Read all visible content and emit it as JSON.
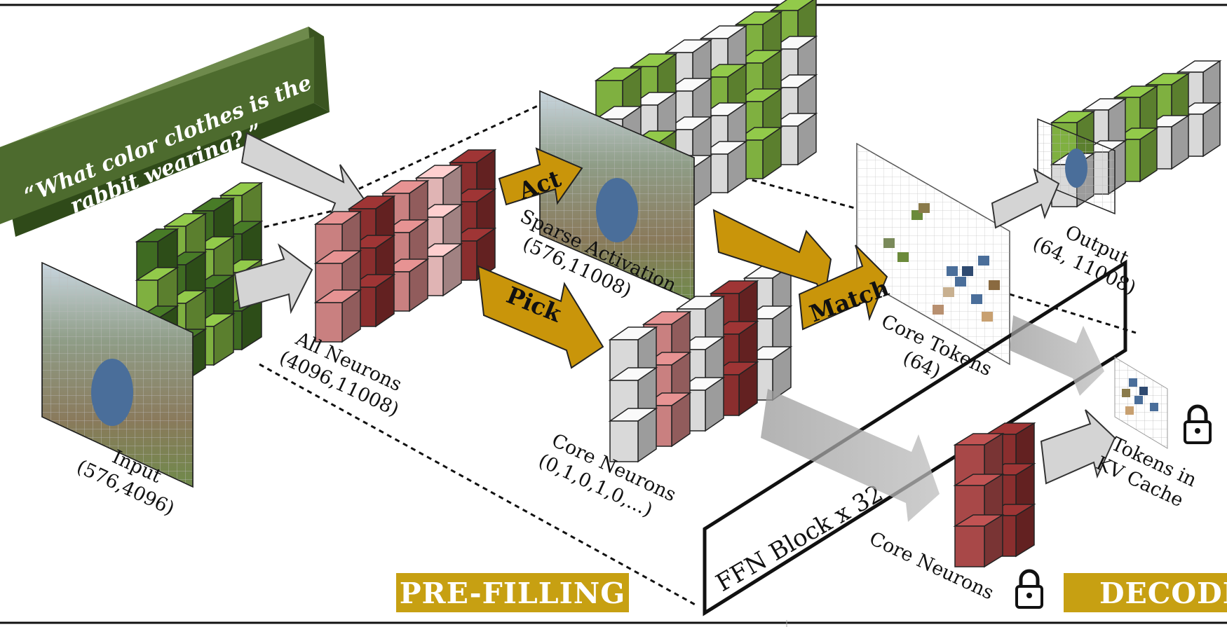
{
  "question": {
    "line1": "“What color clothes is the",
    "line2": "rabbit wearing? ”"
  },
  "labels": {
    "input_name": "Input",
    "input_shape": "(576,4096)",
    "all_neurons_name": "All Neurons",
    "all_neurons_shape": "(4096,11008)",
    "sparse_name": "Sparse Activation",
    "sparse_shape": "(576,11008)",
    "core_neurons_name": "Core Neurons",
    "core_neurons_mask": "(0,1,0,1,0,...)",
    "core_tokens_name": "Core Tokens",
    "core_tokens_count": "(64)",
    "output_name": "Output",
    "output_shape": "(64, 11008)",
    "kv_line1": "Tokens in",
    "kv_line2": "KV Cache",
    "core_neurons_decode": "Core Neurons",
    "ffn_block": "FFN Block x 32"
  },
  "arrows": {
    "act": "Act",
    "pick": "Pick",
    "match": "Match"
  },
  "banners": {
    "prefill": "PRE-FILLING",
    "decoding": "DECODING"
  },
  "icons": {
    "lock": "lock-icon",
    "arrow": "arrow-icon"
  },
  "colors": {
    "green_dark": "#3f6b22",
    "green_light": "#7fb040",
    "quote_box": "#4d6b2e",
    "neuron_pink": "#c98080",
    "neuron_light_pink": "#e0b4b4",
    "neuron_dark_red": "#8a2e2e",
    "neuron_gray": "#d9d9d9",
    "gold": "#c9950a",
    "banner_gold": "#c7a012"
  }
}
